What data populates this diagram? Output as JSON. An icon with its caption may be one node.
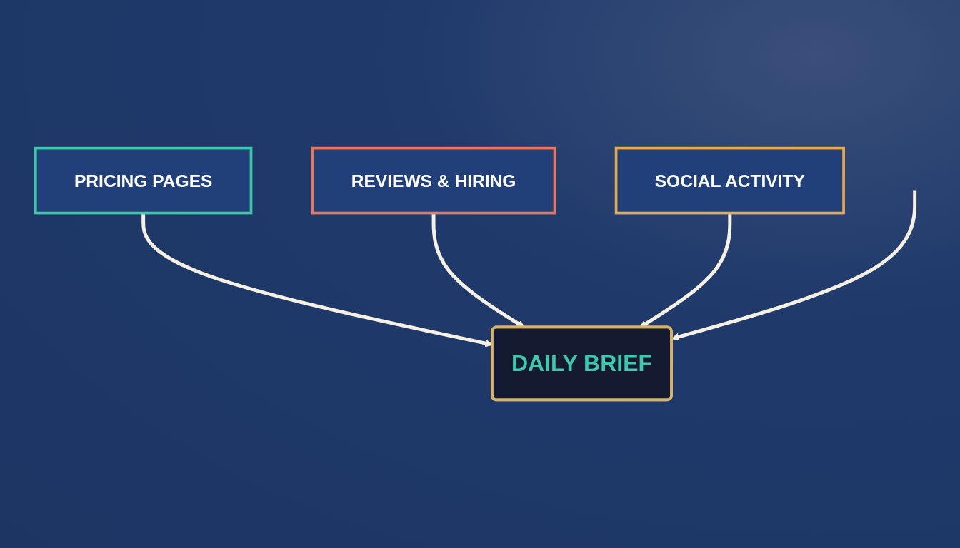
{
  "diagram": {
    "nodes": [
      {
        "text": [
          "PRICING PAGES"
        ]
      },
      {
        "text": [
          "REVIEWS & HIRING"
        ]
      },
      {
        "text": [
          "DAILY BRIEF"
        ]
      },
      {
        "text": [
          "SOCIAL ACTIVITY"
        ]
      }
    ],
    "edges": [
      {
        "from": 0,
        "to": 2,
        "arrow": "to"
      },
      {
        "from": 1,
        "to": 2,
        "arrow": "to"
      },
      {
        "from": 3,
        "to": 2,
        "arrow": "to"
      },
      {
        "from": null,
        "to": 2,
        "arrow": "to"
      }
    ]
  }
}
